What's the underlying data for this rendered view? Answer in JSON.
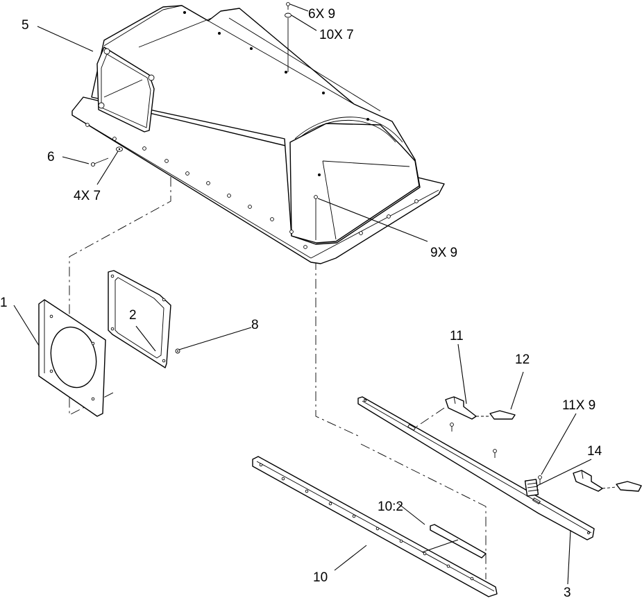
{
  "diagram": {
    "callouts": {
      "c1": "1",
      "c2": "2",
      "c3": "3",
      "c5": "5",
      "c6": "6",
      "c8": "8",
      "c10": "10",
      "c10_2": "10:2",
      "c11": "11",
      "c11x9": "11X 9",
      "c12": "12",
      "c14": "14",
      "c4x7": "4X 7",
      "c6x9": "6X 9",
      "c9x9": "9X 9",
      "c10x7": "10X 7"
    }
  }
}
